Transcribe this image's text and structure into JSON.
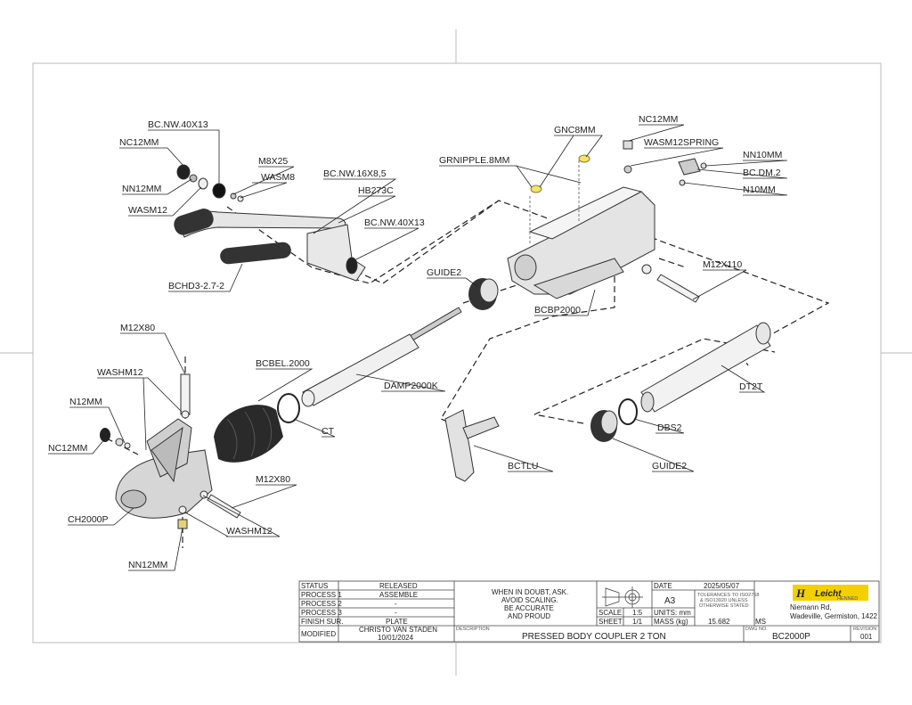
{
  "callouts": {
    "bc_nw_40x13_top": "BC.NW.40X13",
    "nc12mm_top": "NC12MM",
    "nn12mm_top": "NN12MM",
    "wasm12": "WASM12",
    "m8x25": "M8X25",
    "wasm8": "WASM8",
    "bc_nw_16x8_5": "BC.NW.16X8,5",
    "hb273c": "HB273C",
    "bc_nw_40x13_mid": "BC.NW.40X13",
    "bchd3": "BCHD3-2.7-2",
    "gnc8mm": "GNC8MM",
    "grnipple": "GRNIPPLE.8MM",
    "nc12mm_right": "NC12MM",
    "wasm12spring": "WASM12SPRING",
    "nn10mm": "NN10MM",
    "bc_dm_2": "BC.DM.2",
    "n10mm": "N10MM",
    "guide2_top": "GUIDE2",
    "m12x110": "M12X110",
    "bcbp2000": "BCBP2000",
    "m12x80_top": "M12X80",
    "bcbel": "BCBEL.2000",
    "damp": "DAMP2000K",
    "dt2t": "DT2T",
    "washm12_left": "WASHM12",
    "n12mm": "N12MM",
    "nc12mm_left": "NC12MM",
    "ct": "CT",
    "dbs2": "DBS2",
    "bctlu": "BCTLU",
    "guide2_bottom": "GUIDE2",
    "m12x80_bottom": "M12X80",
    "ch2000p": "CH2000P",
    "washm12_bottom": "WASHM12",
    "nn12mm_bottom": "NN12MM"
  },
  "title_block": {
    "status_label": "STATUS",
    "status_value": "RELEASED",
    "p1_label": "PROCESS 1",
    "p1_value": "ASSEMBLE",
    "p2_label": "PROCESS 2",
    "p2_value": "-",
    "p3_label": "PROCESS 3",
    "p3_value": "-",
    "finish_label": "FINISH SUR.",
    "finish_value": "PLATE",
    "modified_label": "MODIFIED",
    "modified_name": "CHRISTO VAN STADEN",
    "modified_date": "10/01/2024",
    "note1": "WHEN IN DOUBT, ASK.",
    "note2": "AVOID SCALING.",
    "note3": "BE ACCURATE",
    "note4": "AND PROUD",
    "date_label": "DATE",
    "date_value": "2025/05/07",
    "size_value": "A3",
    "tol1": "TOLERANCES TO ISO2768",
    "tol2": "& ISO13920 UNLESS",
    "tol3": "OTHERWISE STATED",
    "scale_label": "SCALE",
    "scale_value": "1:5",
    "units_label": "UNITS: mm",
    "sheet_label": "SHEET",
    "sheet_value": "1/1",
    "mass_label": "MASS (kg)",
    "mass_value": "15.682",
    "description_caption": "DESCRIPTION",
    "description": "PRESSED BODY COUPLER 2 TON",
    "dwg_caption": "DWG NO.",
    "dwg_no": "BC2000P",
    "drawn": "MS",
    "revision_caption": "REVISION",
    "revision": "001",
    "address1": "Niemann Rd,",
    "address2": "Wadeville, Germiston, 1422",
    "logo_text": "Leicht",
    "logo_sub": "HENNED"
  }
}
